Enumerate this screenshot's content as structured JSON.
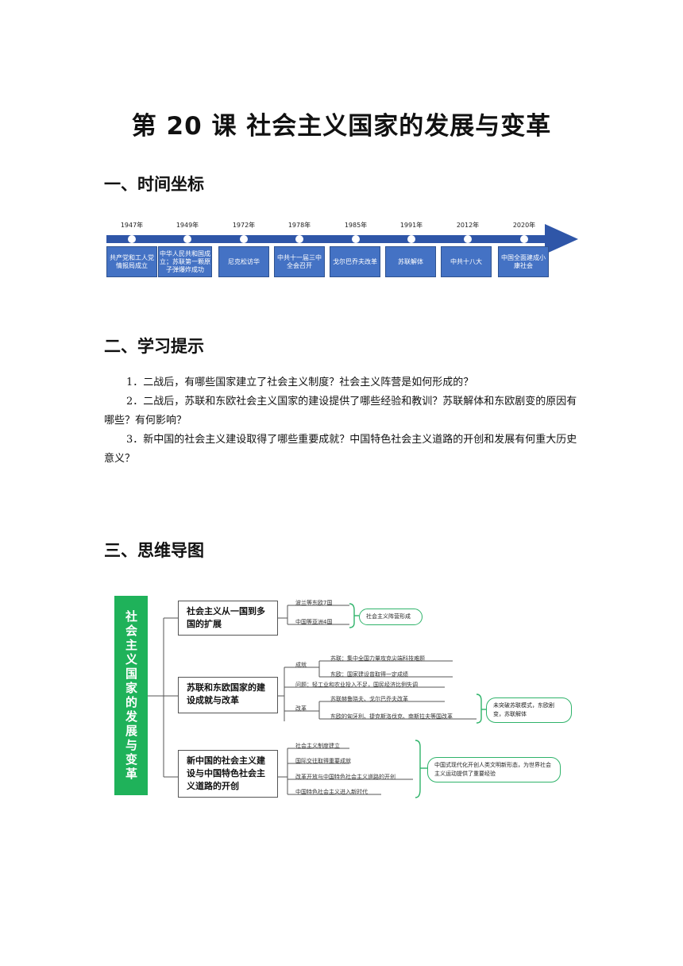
{
  "title": "第 20 课  社会主义国家的发展与变革",
  "sections": {
    "timeline_heading": "一、时间坐标",
    "tips_heading": "二、学习提示",
    "mindmap_heading": "三、思维导图"
  },
  "timeline": [
    {
      "year": "1947年",
      "event": "共产党和工人党情报局成立"
    },
    {
      "year": "1949年",
      "event": "中华人民共和国成立；苏联第一颗原子弹爆炸成功"
    },
    {
      "year": "1972年",
      "event": "尼克松访华"
    },
    {
      "year": "1978年",
      "event": "中共十一届三中全会召开"
    },
    {
      "year": "1985年",
      "event": "戈尔巴乔夫改革"
    },
    {
      "year": "1991年",
      "event": "苏联解体"
    },
    {
      "year": "2012年",
      "event": "中共十八大"
    },
    {
      "year": "2020年",
      "event": "中国全面建成小康社会"
    }
  ],
  "tips": [
    "1．二战后，有哪些国家建立了社会主义制度？社会主义阵营是如何形成的？",
    "2．二战后，苏联和东欧社会主义国家的建设提供了哪些经验和教训？苏联解体和东欧剧变的原因有哪些？有何影响？",
    "3．新中国的社会主义建设取得了哪些重要成就？中国特色社会主义道路的开创和发展有何重大历史意义？"
  ],
  "mindmap": {
    "root": "社会主义国家的发展与变革",
    "branch1": {
      "label": "社会主义从一国到多国的扩展",
      "leaves": [
        "波兰等东欧7国",
        "中国等亚洲4国"
      ],
      "result": "社会主义阵营形成"
    },
    "branch2": {
      "label": "苏联和东欧国家的建设成就与改革",
      "achievements_label": "成就",
      "achievements": [
        "苏联：集中全国力量攻克尖端科技难题",
        "东欧：国家建设曾取得一定成绩"
      ],
      "problem": "问题：轻工业和农业投入不足，国民经济比例失调",
      "reform_label": "改革",
      "reforms": [
        "苏联赫鲁晓夫、戈尔巴乔夫改革",
        "东欧的匈牙利、捷克斯洛伐克、南斯拉夫等国改革"
      ],
      "result": "未突破苏联模式，东欧剧变，苏联解体"
    },
    "branch3": {
      "label": "新中国的社会主义建设与中国特色社会主义道路的开创",
      "leaves": [
        "社会主义制度建立",
        "国际交往取得重要成就",
        "改革开放与中国特色社会主义道路的开创",
        "中国特色社会主义进入新时代"
      ],
      "result": "中国式现代化开创人类文明新形态，为世界社会主义运动提供了重要经验"
    }
  }
}
